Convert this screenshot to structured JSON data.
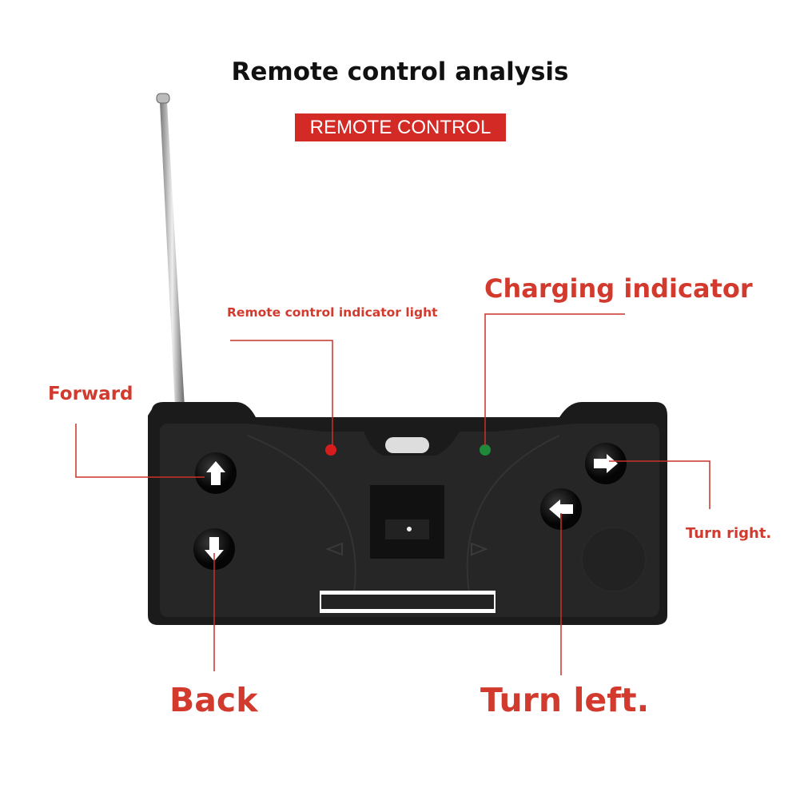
{
  "title": "Remote control analysis",
  "badge": "REMOTE CONTROL",
  "labels": {
    "forward": "Forward",
    "indicator_light": "Remote control indicator light",
    "charging": "Charging indicator",
    "turn_right": "Turn right.",
    "back": "Back",
    "turn_left": "Turn left."
  },
  "colors": {
    "accent": "#d23a2e",
    "badge": "#d32a26",
    "body": "#1c1c1c",
    "led_red": "#d81c1c",
    "led_green": "#1e8a3a"
  }
}
